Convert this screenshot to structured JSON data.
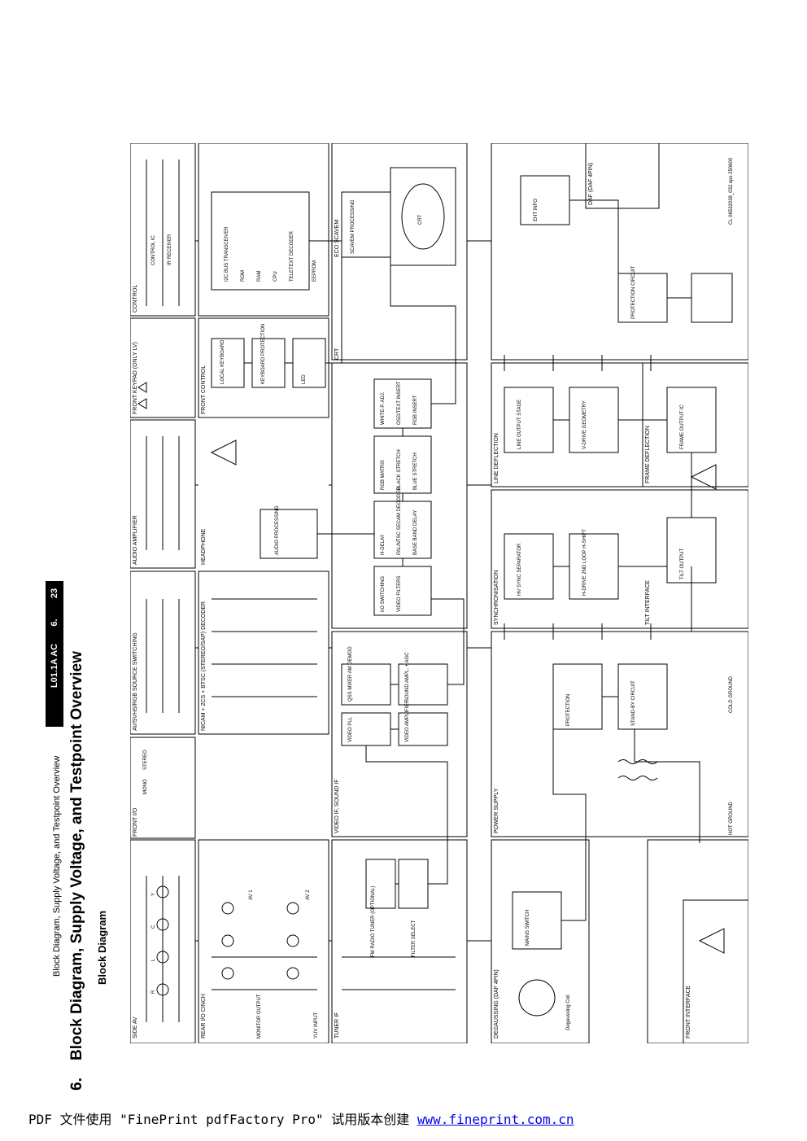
{
  "header": {
    "running_title": "Block Diagram, Supply Voltage, and Testpoint Overview",
    "model": "L01.1A AC",
    "chapter": "6.",
    "page": "23",
    "section_number": "6.",
    "section_title": "Block Diagram, Supply Voltage, and Testpoint Overview",
    "subsection_title": "Block Diagram"
  },
  "panels": [
    {
      "id": "C",
      "title": "SIDE AV"
    },
    {
      "id": "A12",
      "title": "FRONT I/O"
    },
    {
      "id": "A13",
      "title": "REAR I/O CINCH"
    },
    {
      "id": "A10",
      "title": "AV/SVHS/RGB SOURCE SWITCHING"
    },
    {
      "id": "A4",
      "title": "TUNER IF"
    },
    {
      "id": "A5",
      "title": "VIDEO IF, SOUND IF"
    },
    {
      "id": "A9",
      "title": "NICAM + 2CS + BTSC (STEREO/SAP) DECODER"
    },
    {
      "id": "A8",
      "title": "AUDIO AMPLIFIER"
    },
    {
      "id": "A12",
      "title": "HEADPHONE"
    },
    {
      "id": "O1",
      "title": "FRONT KEYPAD (ONLY LV)"
    },
    {
      "id": "A12",
      "title": "FRONT CONTROL"
    },
    {
      "id": "A7",
      "title": "CONTROL"
    },
    {
      "id": "G",
      "title": "DEGAUSSING (DAF 4PIN)"
    },
    {
      "id": "A1",
      "title": "POWER SUPPLY"
    },
    {
      "id": "A6",
      "title": "SYNCHRONISATION"
    },
    {
      "id": "A10",
      "title": "TILT INTERFACE"
    },
    {
      "id": "A2",
      "title": "LINE DEFLECTION"
    },
    {
      "id": "A3",
      "title": "FRAME DEFLECTION"
    },
    {
      "id": "B1",
      "title": "CRT"
    },
    {
      "id": "B2",
      "title": "ECO SCAVEM"
    },
    {
      "id": "G",
      "title": "DAF (DAF 4PIN)"
    },
    {
      "id": "O1",
      "title": "FRONT INTERFACE"
    }
  ],
  "labels": {
    "c1": "Y",
    "c2": "C",
    "c3": "L",
    "c4": "R",
    "mono": "MONO",
    "stereo": "STEREO",
    "monitor_output": "MONITOR OUTPUT",
    "yuv_input": "YUV INPUT",
    "av1": "AV 1",
    "av2": "AV 2",
    "tuner": "FM RADIO TUNER (OPTIONAL)",
    "saw_filter": "FILTER SELECT",
    "video_pll": "VIDEO PLL",
    "video_amp": "VIDEO AMPLIFIER",
    "sound_amp": "SOUND AMPL. + AGC",
    "dsb_mixer": "QSS MIXER AM DEMOD",
    "audio_proc": "AUDIO PROCESSING",
    "io_switching": "I/O SWITCHING",
    "video_filters": "VIDEO FILTERS",
    "h_delay": "H-DELAY",
    "pal_ntsc": "PAL/NTSC SECAM DECODER",
    "base_band": "BASE BAND DELAY",
    "rgb_matrix": "RGB MATRIX",
    "black_stretch": "BLACK STRETCH",
    "blue_stretch": "BLUE STRETCH",
    "white_pt": "WHITE-P. ADJ.",
    "osd_insert": "OSD/TEXT INSERT",
    "rgb_insert": "RGB INSERT",
    "scavem": "SCAVEM PROCESSING",
    "crt": "CRT",
    "protection": "PROTECTION",
    "standby": "STAND-BY CIRCUIT",
    "mains": "MAINS SWITCH",
    "hot_ground": "HOT GROUND",
    "cold_ground": "COLD GROUND",
    "line_output": "LINE OUTPUT STAGE",
    "frame_output": "FRAME OUTPUT IC",
    "tilt_output": "TILT OUTPUT",
    "sync": "HV SYNC SEPARATOR",
    "geometry": "V-DRIVE GEOMETRY",
    "h_drive": "H-DRIVE 2ND LOOP H-SHIFT",
    "eht_info": "EHT INFO",
    "protection_circuit": "PROTECTION CIRCUIT",
    "local_keyboard": "LOCAL KEYBOARD",
    "keyboard_protection": "KEYBOARD PROTECTION",
    "ir_receiver": "IR RECEIVER",
    "led": "LED",
    "control_ic": "CONTROL IC",
    "i2c_bus": "I2C BUS TRANSCEIVER",
    "rom": "ROM",
    "ram": "RAM",
    "cpu": "CPU",
    "teletext": "TELETEXT DECODER",
    "eeprom": "EEPROM",
    "degauss_coil": "Degaussing Coil",
    "code": "CL 06532038_032.eps 250600"
  },
  "footer": {
    "text": "PDF 文件使用 \"FinePrint pdfFactory Pro\" 试用版本创建",
    "link": "www.fineprint.com.cn"
  }
}
